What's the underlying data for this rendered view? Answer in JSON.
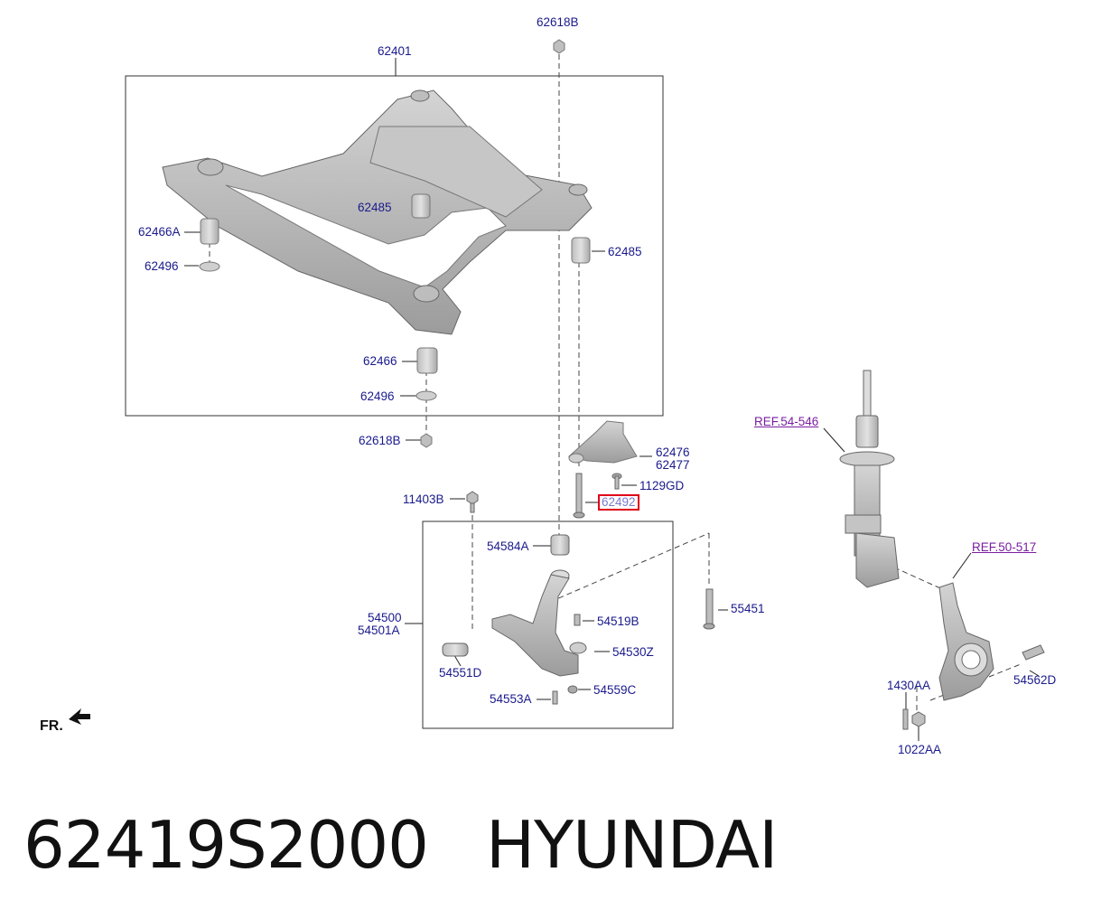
{
  "labels": {
    "l62618B_top": "62618B",
    "l62401": "62401",
    "l62485_a": "62485",
    "l62485_b": "62485",
    "l62466A": "62466A",
    "l62496_a": "62496",
    "l62466": "62466",
    "l62496_b": "62496",
    "l62618B_bot": "62618B",
    "l62476": "62476",
    "l62477": "62477",
    "l1129GD": "1129GD",
    "l11403B": "11403B",
    "l62492": "62492",
    "l54584A": "54584A",
    "l54500": "54500",
    "l54501A": "54501A",
    "l54519B": "54519B",
    "l55451": "55451",
    "l54530Z": "54530Z",
    "l54551D": "54551D",
    "l54553A": "54553A",
    "l54559C": "54559C",
    "l1430AA": "1430AA",
    "l54562D": "54562D",
    "l1022AA": "1022AA"
  },
  "refs": {
    "ref_strut": "REF.54-546",
    "ref_knuckle": "REF.50-517"
  },
  "front_marker": "FR.",
  "caption": {
    "part_number": "62419S2000",
    "brand": "HYUNDAI"
  },
  "colors": {
    "label": "#1a1a8c",
    "reference": "#7a1fa0",
    "highlight": "#e0001a",
    "part_fill": "#b8b8b8"
  }
}
